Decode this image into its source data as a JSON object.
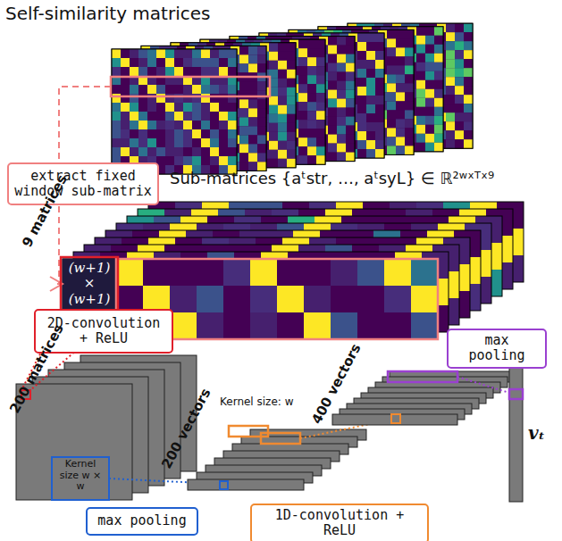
{
  "diagram": {
    "title": "Self-similarity matrices",
    "nodes": [
      {
        "text": [
          "extract fixed window sub-matrix"
        ]
      },
      {
        "text": [
          "2D-convolution + ReLU"
        ]
      },
      {
        "text": [
          "max pooling"
        ]
      },
      {
        "text": [
          "1D-convolution + ReLU"
        ]
      },
      {
        "text": [
          "max pooling"
        ]
      }
    ],
    "labels": [
      "Sub-matrices {aᵗstr, …, aᵗsyL} ∈ ℝ²ʷˣᵀˣ⁹",
      "9 matrices",
      "(w+1) × (w+1)",
      "200 matrices",
      "Kernel size w × w",
      "200 vectors",
      "Kernel size: w",
      "400 vectors",
      "vₜ"
    ]
  }
}
